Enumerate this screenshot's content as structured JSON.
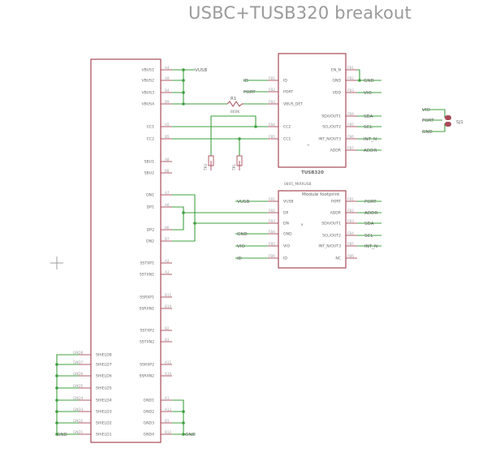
{
  "title": "USBC+TUSB320 breakout",
  "left_connector": {
    "left_pins": [
      "VBUS1",
      "VBUS2",
      "VBUS3",
      "VBUS4",
      "CC1",
      "CC2",
      "SBU1",
      "SBU2",
      "DN1",
      "DP1",
      "DP2",
      "DN2",
      "SSTXP1",
      "SSTXN1",
      "SSRXP1",
      "SSRXN1",
      "SSTXP2",
      "SSTXN2",
      "SSRXP2",
      "SSRXN2",
      "GND1",
      "GND2",
      "GND3",
      "GND4"
    ],
    "left_nums": [
      "A4",
      "A9",
      "B4",
      "B9",
      "A5",
      "B5",
      "A8",
      "B8",
      "A7",
      "A6",
      "B6",
      "B7",
      "A2",
      "A3",
      "B11",
      "B10",
      "B2",
      "B3",
      "A11",
      "A10",
      "A1",
      "A12",
      "B1",
      "B12"
    ],
    "shield_pins": [
      "SHIELD8",
      "SHIELD7",
      "SHIELD6",
      "SHIELD5",
      "SHIELD4",
      "SHIELD3",
      "SHIELD2",
      "SHIELD1"
    ],
    "shield_nets": [
      "GND8",
      "GND7",
      "GND6",
      "GND5",
      "GND4",
      "GND3",
      "GND2",
      "GND1"
    ],
    "gnd_net": "GND"
  },
  "nets": {
    "vusb": "VUSB",
    "id": "ID",
    "port": "PORT",
    "vio": "VIO",
    "gnd": "GND",
    "sda": "SDA",
    "scl": "SCL",
    "int_n": "INT_N",
    "addr": "ADDR",
    "int_n2": "INT_N"
  },
  "resistor": {
    "name": "R1",
    "value": "800K"
  },
  "testpoints": [
    "TP2",
    "TP1"
  ],
  "tusb": {
    "name": "TUSB320",
    "left_pins": [
      "ID",
      "PORT",
      "VBUS_DET",
      "CC2",
      "CC1"
    ],
    "left_nums": [
      "FB1",
      "FB2",
      "FB3",
      "FB4",
      "FB5"
    ],
    "right_pins": [
      "EN_N",
      "GND",
      "VDD",
      "SDA/OUT1",
      "SCL/OUT2",
      "INT_N/OUT3",
      "ADDR"
    ],
    "right_nums": [
      "FB1",
      "FB2",
      "FB3",
      "FB4",
      "FB5",
      "FB6",
      "FB7"
    ]
  },
  "module": {
    "header": "Module footprint",
    "sub": "0805_MIRRUSB",
    "left_pins": [
      "VUSB",
      "DP",
      "DN",
      "GND",
      "VIO",
      "ID"
    ],
    "left_nums": [
      "FB1",
      "FB2",
      "FB3",
      "FB4",
      "FB5",
      "FB6"
    ],
    "right_pins": [
      "PORT",
      "ADDR",
      "SDA/OUT1",
      "SCL/OUT2",
      "INT_N/OUT3",
      "NC"
    ],
    "right_nums": [
      "FB1",
      "FB2",
      "FB3",
      "FB4",
      "FB5",
      "FB6"
    ]
  },
  "sj": {
    "name": "SJ1",
    "nets": [
      "VIO",
      "PORT",
      "GND"
    ]
  }
}
